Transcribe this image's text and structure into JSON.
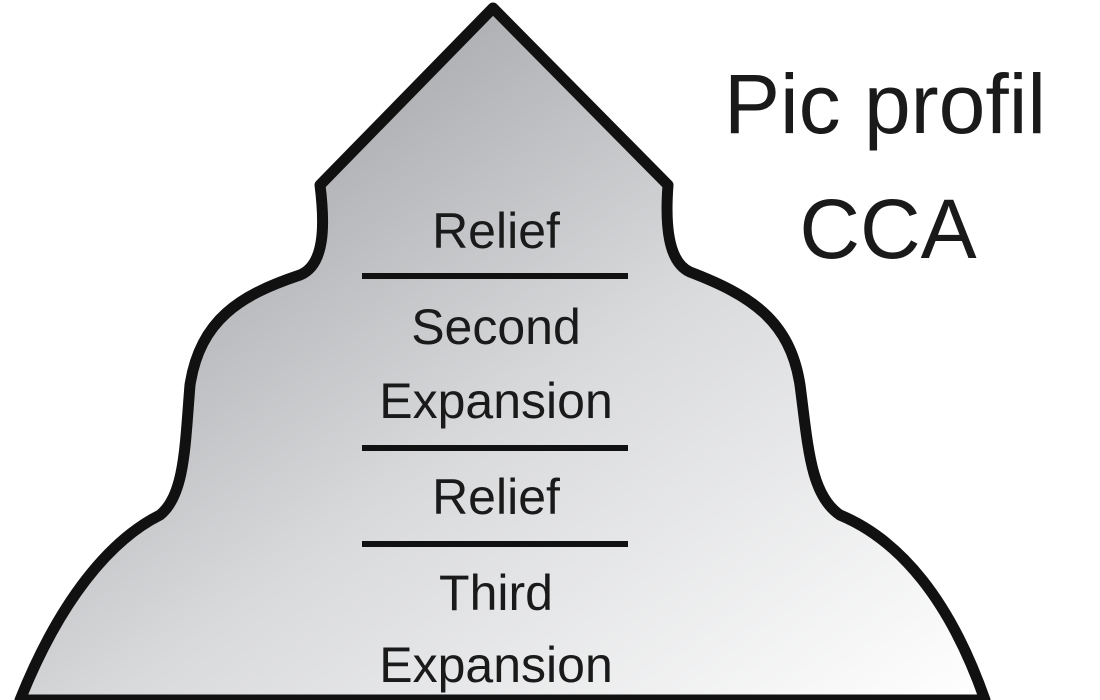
{
  "title": {
    "line1": "Pic profil",
    "line2": "CCA"
  },
  "zones": [
    {
      "id": "relief-1",
      "lines": [
        "Relief"
      ]
    },
    {
      "id": "second-expansion",
      "lines": [
        "Second",
        "Expansion"
      ]
    },
    {
      "id": "relief-2",
      "lines": [
        "Relief"
      ]
    },
    {
      "id": "third-expansion",
      "lines": [
        "Third",
        "Expansion"
      ]
    }
  ],
  "colors": {
    "outline": "#111111",
    "fill_dark": "#8e8f93",
    "fill_light": "#ffffff",
    "text": "#1a1a1a"
  }
}
